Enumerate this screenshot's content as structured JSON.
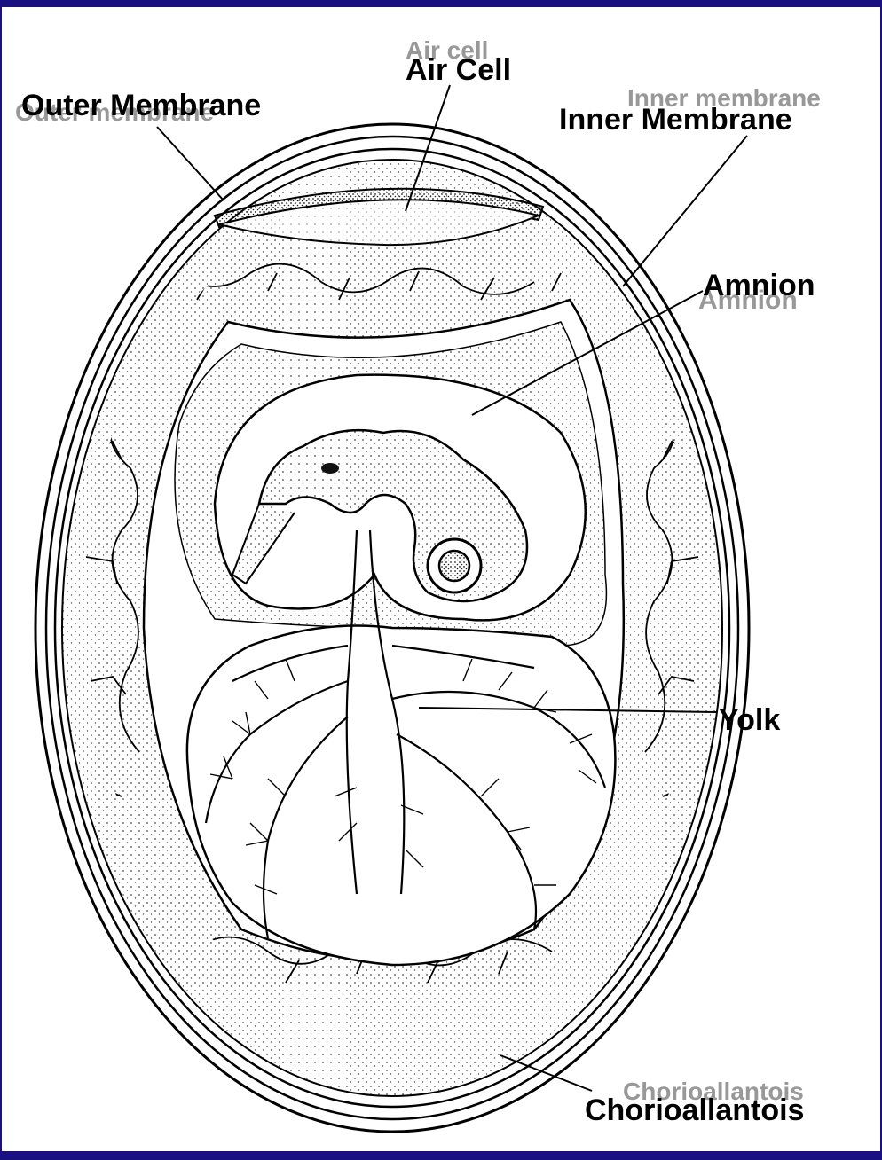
{
  "colors": {
    "frame": "#1a1080",
    "background": "#ffffff",
    "ink": "#000000",
    "stipple": "#4a4a4a"
  },
  "labels": {
    "air_cell": "Air Cell",
    "outer_membrane": "Outer Membrane",
    "inner_membrane": "Inner Membrane",
    "amnion": "Amnion",
    "yolk": "Yolk",
    "chorioallantois": "Chorioallantois"
  },
  "ghost_labels": {
    "air_cell": "Air cell",
    "outer_membrane": "Outer membrane",
    "inner_membrane": "Inner membrane",
    "amnion": "Amnion",
    "chorioallantois": "Chorioallantois"
  }
}
